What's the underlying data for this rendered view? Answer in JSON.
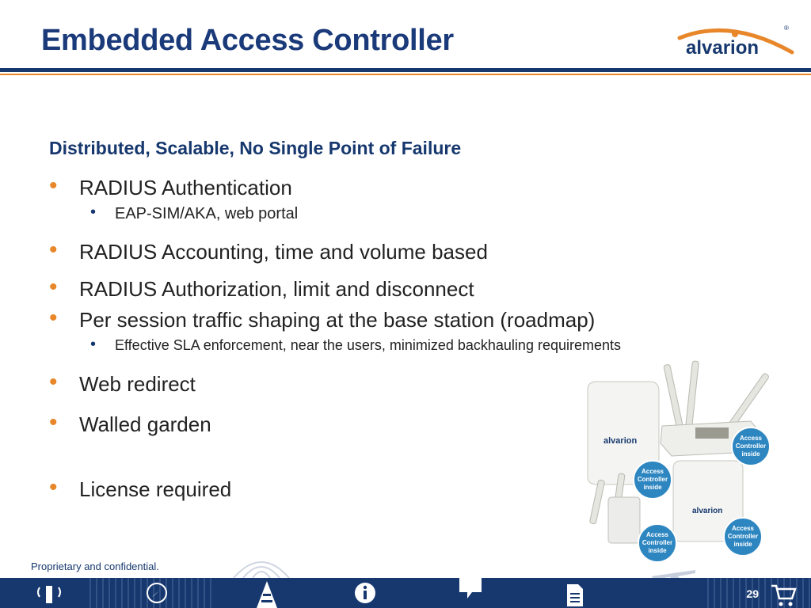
{
  "slide": {
    "title": "Embedded Access Controller",
    "subheading": "Distributed, Scalable, No Single Point of Failure",
    "bullets": [
      "RADIUS Authentication",
      "EAP-SIM/AKA, web portal",
      "RADIUS Accounting, time and volume based",
      "RADIUS Authorization, limit and disconnect",
      "Per session traffic shaping at the base station (roadmap)",
      "Effective SLA enforcement, near the users, minimized backhauling requirements",
      "Web redirect",
      "Walled garden",
      "License required"
    ]
  },
  "logo": {
    "text": "alvarion",
    "registered": "®"
  },
  "devices": {
    "badge_text": [
      "Access",
      "Controller",
      "inside"
    ],
    "brand": "alvarion"
  },
  "footer": {
    "note": "Proprietary and confidential.",
    "page_number": "29",
    "icons": [
      "antenna-tower-icon",
      "compass-icon",
      "wireless-tower-icon",
      "info-icon",
      "chat-bubble-icon",
      "document-icon",
      "airplane-icon",
      "shopping-cart-icon"
    ]
  },
  "colors": {
    "primary": "#16386e",
    "accent": "#e8862a",
    "badge": "#2e86c1"
  }
}
